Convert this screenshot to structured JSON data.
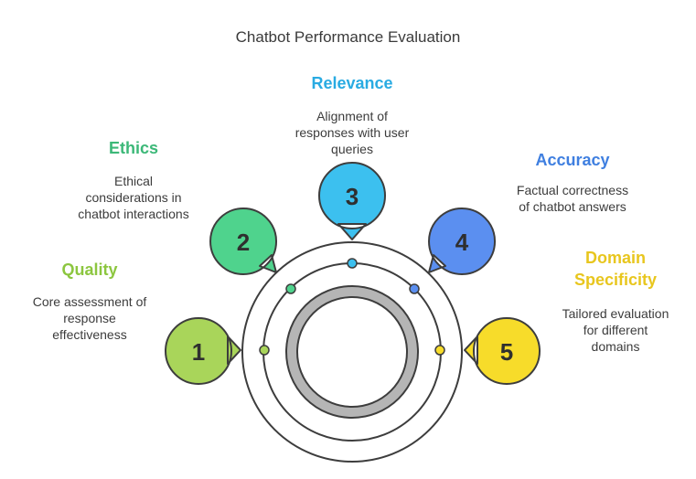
{
  "title": "Chatbot Performance Evaluation",
  "stages": [
    {
      "number": "1",
      "label": "Quality",
      "description": [
        "Core assessment of",
        "response",
        "effectiveness"
      ],
      "color": "#8cc63f",
      "fill": "#a9d55a"
    },
    {
      "number": "2",
      "label": "Ethics",
      "description": [
        "Ethical",
        "considerations in",
        "chatbot interactions"
      ],
      "color": "#3cb878",
      "fill": "#4fd38d"
    },
    {
      "number": "3",
      "label": "Relevance",
      "description": [
        "Alignment of",
        "responses with user",
        "queries"
      ],
      "color": "#29abe2",
      "fill": "#3cc0ef"
    },
    {
      "number": "4",
      "label": "Accuracy",
      "description": [
        "Factual correctness",
        "of chatbot answers"
      ],
      "color": "#3f7fe0",
      "fill": "#5b8ff0"
    },
    {
      "number": "5",
      "label": "Domain Specificity",
      "label_lines": [
        "Domain",
        "Specificity"
      ],
      "description": [
        "Tailored evaluation",
        "for different",
        "domains"
      ],
      "color": "#e8c61e",
      "fill": "#f7dc2a"
    }
  ]
}
